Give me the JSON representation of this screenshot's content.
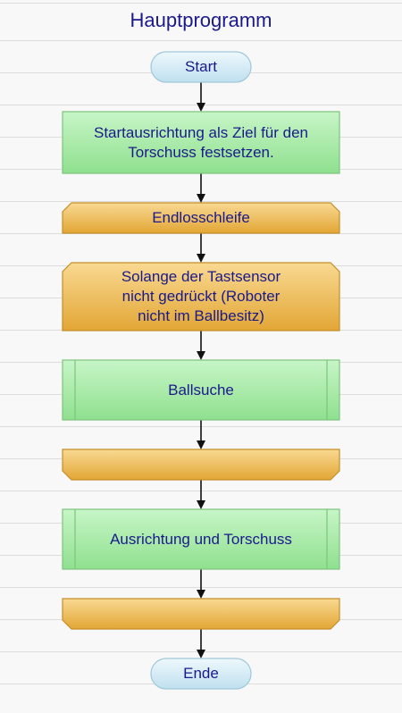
{
  "title": "Hauptprogramm",
  "nodes": {
    "start": "Start",
    "setup": "Startausrichtung als Ziel für den\nTorschuss festsetzen.",
    "loop": "Endlosschleife",
    "while": "Solange der Tastsensor\nnicht gedrückt (Roboter\nnicht im Ballbesitz)",
    "ballsuche": "Ballsuche",
    "ausrichtung": "Ausrichtung und Torschuss",
    "end": "Ende"
  },
  "colors": {
    "title_text": "#1a1a8c",
    "process_fill": "#a9eba9",
    "loop_fill": "#edb84a",
    "terminal_fill": "#d3ebf5"
  }
}
